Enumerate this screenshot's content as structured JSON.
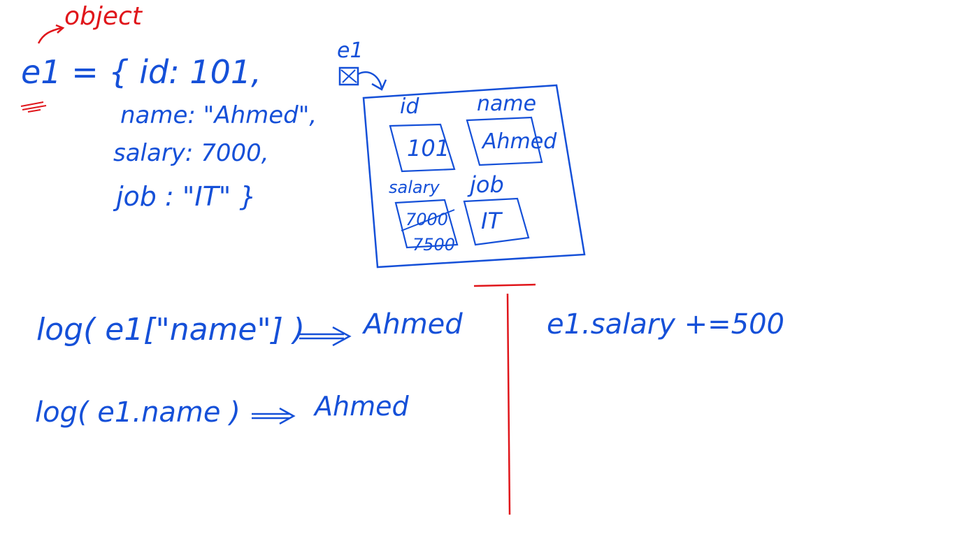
{
  "object_label": "object",
  "definition": {
    "line1": "e1 = { id: 101,",
    "line2": "name: \"Ahmed\",",
    "line3": "salary: 7000,",
    "line4": "job : \"IT\" }"
  },
  "diagram": {
    "ref_label": "e1",
    "cells": [
      {
        "key": "id",
        "value": "101"
      },
      {
        "key": "name",
        "value": "Ahmed"
      },
      {
        "key": "salary",
        "old_value": "7000",
        "value": "7500"
      },
      {
        "key": "job",
        "value": "IT"
      }
    ]
  },
  "examples": {
    "line1_code": "log( e1[\"name\"] )",
    "line1_result": "Ahmed",
    "line2_code": "log( e1.name )",
    "line2_result": "Ahmed"
  },
  "update_stmt": "e1.salary +=500",
  "colors": {
    "ink": "#1550d8",
    "accent": "#e0161b"
  }
}
